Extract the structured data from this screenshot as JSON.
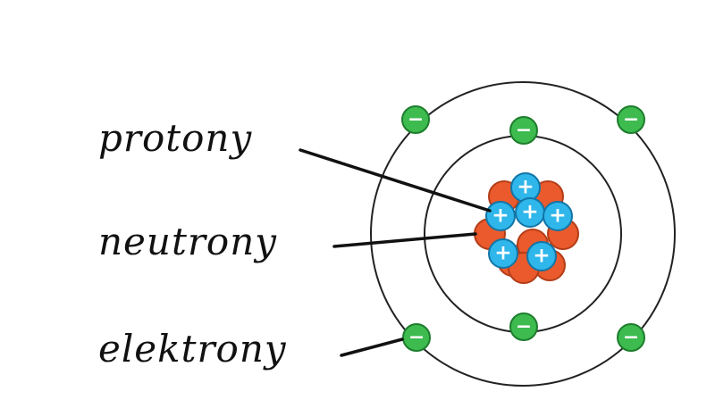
{
  "labels": {
    "protons": "protony",
    "neutrons": "neutrony",
    "electrons": "elektrony"
  },
  "symbols": {
    "proton": "+",
    "electron": "−"
  },
  "colors": {
    "electron_fill": "#3dbb4f",
    "electron_stroke": "#1e7d2d",
    "proton_fill": "#2fb6ea",
    "proton_stroke": "#1275a6",
    "neutron_fill": "#ea5a2c",
    "neutron_stroke": "#b33d17",
    "orbit_stroke": "#222222",
    "leader_line": "#111111"
  },
  "atom": {
    "electron_count": 6,
    "proton_count": 6,
    "neutron_count": 8
  }
}
